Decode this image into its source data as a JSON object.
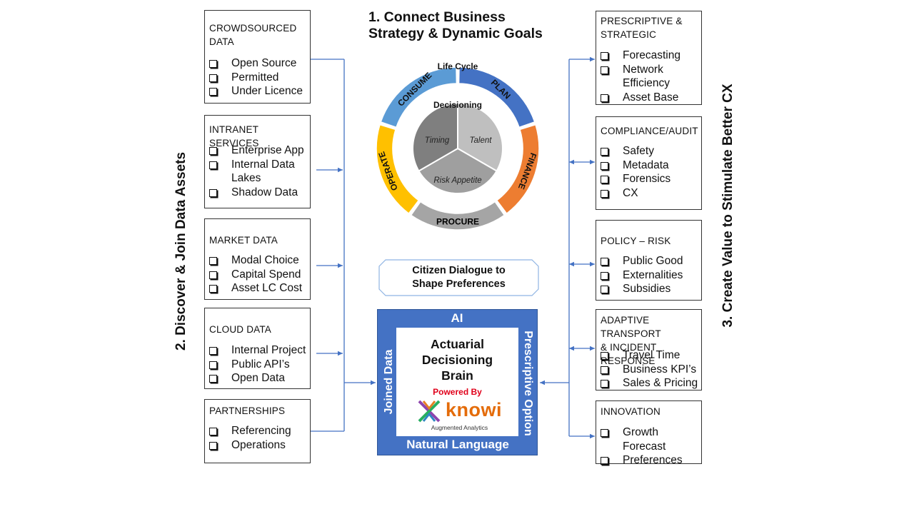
{
  "heading1": [
    "1. Connect Business",
    "Strategy & Dynamic Goals"
  ],
  "side_left": "2. Discover & Join Data Assets",
  "side_right": "3. Create Value to Stimulate Better CX",
  "left_boxes": [
    {
      "title": [
        "CROWDSOURCED",
        "DATA"
      ],
      "items": [
        "Open Source",
        "Permitted",
        "Under Licence"
      ]
    },
    {
      "title": [
        "INTRANET  SERVICES"
      ],
      "items": [
        "Enterprise App",
        "Internal  Data Lakes",
        "Shadow Data"
      ]
    },
    {
      "title": [
        "MARKET DATA"
      ],
      "items": [
        "Modal Choice",
        "Capital Spend",
        "Asset LC Cost"
      ]
    },
    {
      "title": [
        "CLOUD  DATA"
      ],
      "items": [
        "Internal  Project",
        "Public API’s",
        "Open Data"
      ]
    },
    {
      "title": [
        "PARTNERSHIPS"
      ],
      "items": [
        "Referencing",
        "Operations"
      ]
    }
  ],
  "right_boxes": [
    {
      "title": [
        "PRESCRIPTIVE  &",
        "STRATEGIC"
      ],
      "items": [
        "Forecasting",
        "Network Efficiency",
        "Asset Base"
      ]
    },
    {
      "title": [
        "COMPLIANCE/AUDIT"
      ],
      "items": [
        "Safety",
        "Metadata",
        "Forensics",
        "CX"
      ]
    },
    {
      "title": [
        "POLICY – RISK"
      ],
      "items": [
        "Public Good",
        "Externalities",
        "Subsidies"
      ]
    },
    {
      "title": [
        "ADAPTIVE TRANSPORT",
        "& INCIDENT  RESPONSE"
      ],
      "items": [
        "Travel Time",
        "Business KPI’s",
        "Sales & Pricing"
      ]
    },
    {
      "title": [
        "INNOVATION"
      ],
      "items": [
        "Growth Forecast",
        "Preferences"
      ]
    }
  ],
  "lifecycle": {
    "title": "Life Cycle",
    "outer": [
      "PLAN",
      "FINANCE",
      "PROCURE",
      "OPERATE",
      "CONSUME"
    ],
    "center_title": "Decisioning",
    "inner": [
      "Talent",
      "Risk Appetite",
      "Timing"
    ],
    "colors": {
      "plan": "#4472c4",
      "finance": "#ed7d31",
      "procure": "#a5a5a5",
      "operate": "#ffc000",
      "consume": "#5b9bd5",
      "inner_dark": "#7f7f7f",
      "inner_light": "#bfbfbf"
    }
  },
  "dialogue": [
    "Citizen Dialogue to",
    "Shape Preferences"
  ],
  "brain": {
    "top": "AI",
    "bottom": "Natural Language",
    "left": "Joined Data",
    "right": "Prescriptive Option",
    "title": [
      "Actuarial",
      "Decisioning",
      "Brain"
    ],
    "powered_by": "Powered By",
    "logo_word": "knowi",
    "logo_tagline": "Augmented Analytics",
    "colors": {
      "frame": "#4472c4",
      "powered": "#e0001a",
      "logo": "#e46c0a"
    }
  },
  "connector_color": "#4472c4"
}
